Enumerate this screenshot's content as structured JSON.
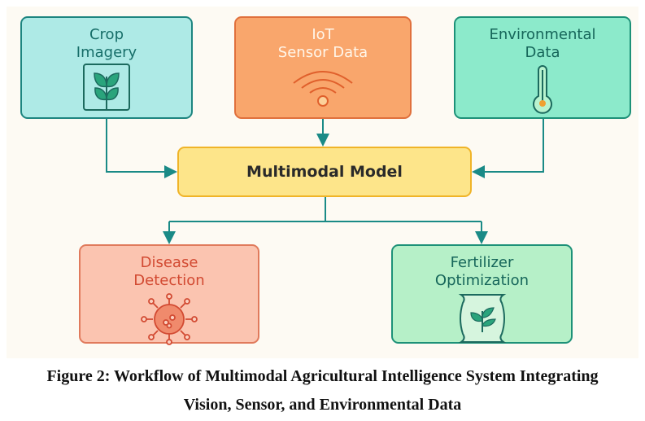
{
  "inputs": [
    {
      "line1": "Crop",
      "line2": "Imagery",
      "icon": "plant-icon"
    },
    {
      "line1": "IoT",
      "line2": "Sensor Data",
      "icon": "wifi-signal-icon"
    },
    {
      "line1": "Environmental",
      "line2": "Data",
      "icon": "thermometer-icon"
    }
  ],
  "model": {
    "label": "Multimodal Model"
  },
  "outputs": [
    {
      "line1": "Disease",
      "line2": "Detection",
      "icon": "virus-icon"
    },
    {
      "line1": "Fertilizer",
      "line2": "Optimization",
      "icon": "fertilizer-bag-icon"
    }
  ],
  "caption": {
    "line1": "Figure 2: Workflow of Multimodal Agricultural Intelligence System Integrating",
    "line2": "Vision, Sensor, and Environmental Data"
  },
  "colors": {
    "arrow": "#1a8a86",
    "crop": "#aeeae6",
    "iot": "#f9a66c",
    "env": "#8ceacb",
    "model": "#fde58a",
    "disease": "#fbc4b0",
    "fert": "#b6f0c8"
  }
}
